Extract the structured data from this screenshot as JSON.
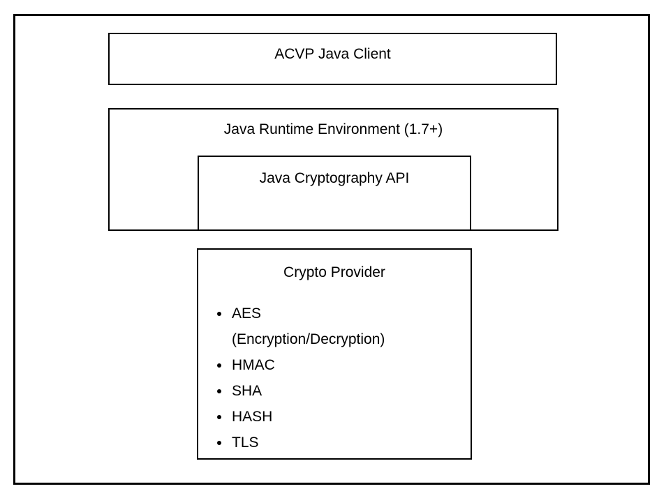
{
  "page": {
    "background_color": "#ffffff",
    "line_color": "#000000",
    "text_color": "#000000"
  },
  "diagram": {
    "acvp_box": {
      "label": "ACVP Java Client"
    },
    "jre_box": {
      "label": "Java Runtime Environment (1.7+)"
    },
    "jca_box": {
      "label": "Java Cryptography API"
    },
    "crypto_box": {
      "title": "Crypto Provider",
      "items": [
        "AES (Encryption/Decryption)",
        "HMAC",
        "SHA",
        "HASH",
        "TLS"
      ]
    }
  }
}
